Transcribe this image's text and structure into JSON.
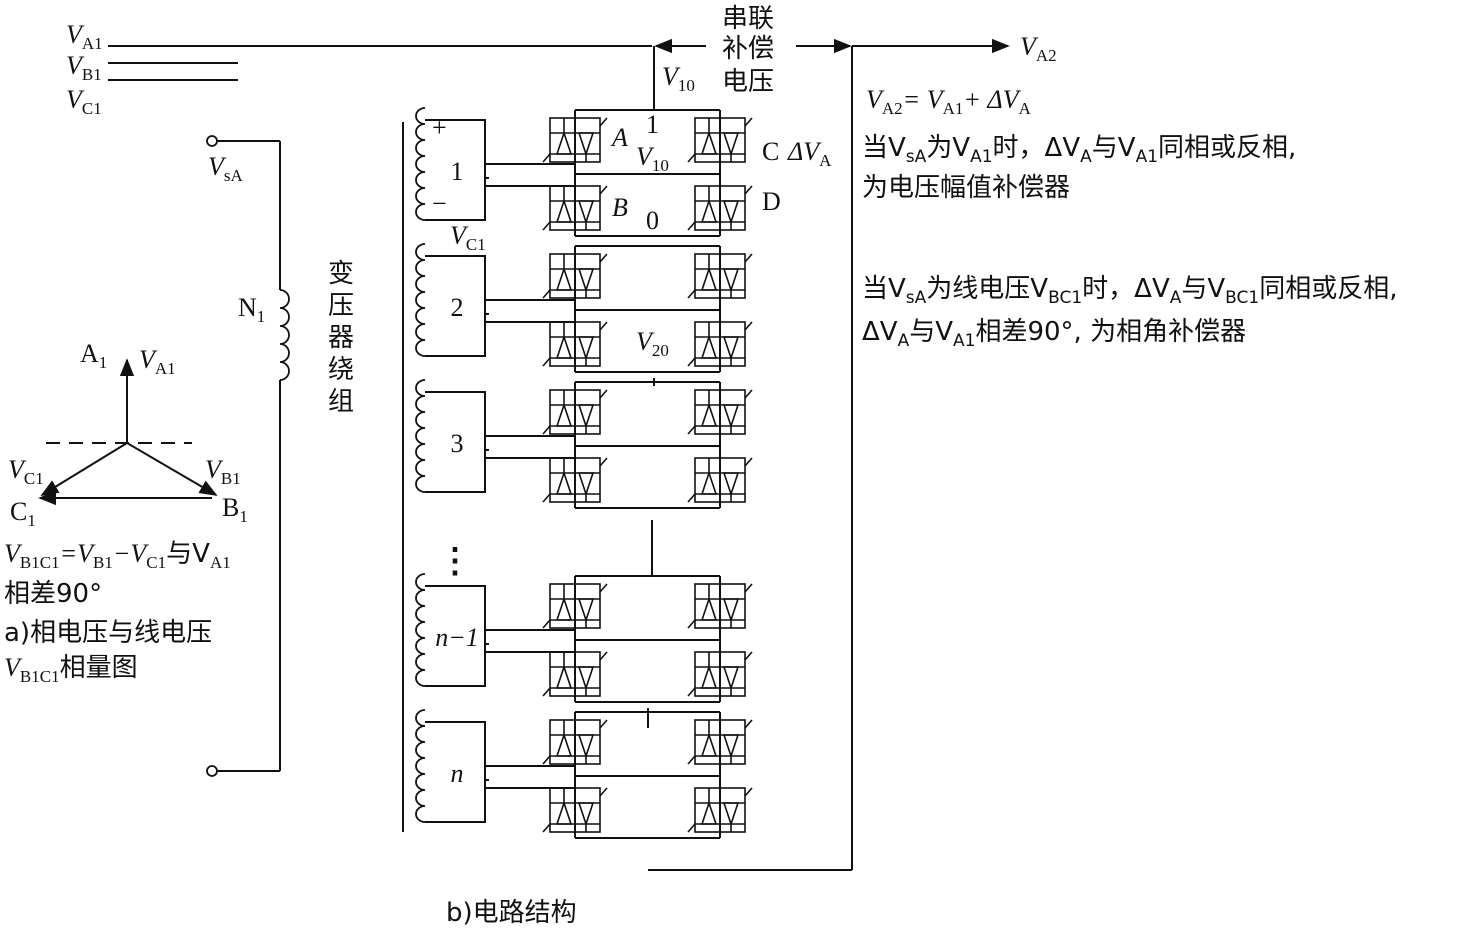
{
  "bus": {
    "va1": {
      "main": "V",
      "sub": "A1"
    },
    "vb1": {
      "main": "V",
      "sub": "B1"
    },
    "vc1": {
      "main": "V",
      "sub": "C1"
    },
    "va2": {
      "main": "V",
      "sub": "A2"
    }
  },
  "series_label": [
    "串联",
    "补偿",
    "电压"
  ],
  "v10_top": {
    "main": "V",
    "sub": "10"
  },
  "vsa": {
    "main": "V",
    "sub": "sA"
  },
  "n1": {
    "main": "N",
    "sub": "1"
  },
  "transformer_label": [
    "变",
    "压",
    "器",
    "绕",
    "组"
  ],
  "cells": [
    {
      "label": "1"
    },
    {
      "label": "2"
    },
    {
      "label": "3"
    },
    {
      "label": "n−1"
    },
    {
      "label": "n"
    }
  ],
  "ellipsis": "⋮",
  "winding_plus": "+",
  "winding_minus": "−",
  "cell1_vc1": {
    "main": "V",
    "sub": "C1"
  },
  "node_labels": {
    "a": "A",
    "b": "B",
    "c": "C",
    "d": "D",
    "one": "1",
    "zero": "0",
    "v10": {
      "main": "V",
      "sub": "10"
    },
    "v20": {
      "main": "V",
      "sub": "20"
    },
    "delta_va": {
      "main": "ΔV",
      "sub": "A"
    }
  },
  "phasor": {
    "a1": {
      "main": "A",
      "sub": "1"
    },
    "va1": {
      "main": "V",
      "sub": "A1"
    },
    "vc1": {
      "main": "V",
      "sub": "C1"
    },
    "vb1": {
      "main": "V",
      "sub": "B1"
    },
    "c1": {
      "main": "C",
      "sub": "1"
    },
    "b1": {
      "main": "B",
      "sub": "1"
    }
  },
  "caption_a": {
    "line1": {
      "p1": "V",
      "s1": "B1C1",
      "p2": "=V",
      "s2": "B1",
      "p3": "−V",
      "s3": "C1",
      "p4": "与V",
      "s4": "A1"
    },
    "line2": "相差90°",
    "line3": "a)相电压与线电压",
    "line4": {
      "p1": "V",
      "s1": "B1C1",
      "p2": "相量图"
    }
  },
  "caption_b": "b)电路结构",
  "right_text": {
    "eq": {
      "p1": "V",
      "s1": "A2",
      "p2": "= V",
      "s2": "A1",
      "p3": "+ ΔV",
      "s3": "A"
    },
    "l1": {
      "p1": "当V",
      "s1": "sA",
      "p2": "为V",
      "s2": "A1",
      "p3": "时，ΔV",
      "s3": "A",
      "p4": "与V",
      "s4": "A1",
      "p5": "同相或反相,"
    },
    "l2": "为电压幅值补偿器",
    "l3": {
      "p1": "当V",
      "s1": "sA",
      "p2": "为线电压V",
      "s2": "BC1",
      "p3": "时，ΔV",
      "s3": "A",
      "p4": "与V",
      "s4": "BC1",
      "p5": "同相或反相,"
    },
    "l4": {
      "p1": "ΔV",
      "s1": "A",
      "p2": "与V",
      "s2": "A1",
      "p3": "相差90°, 为相角补偿器"
    }
  }
}
